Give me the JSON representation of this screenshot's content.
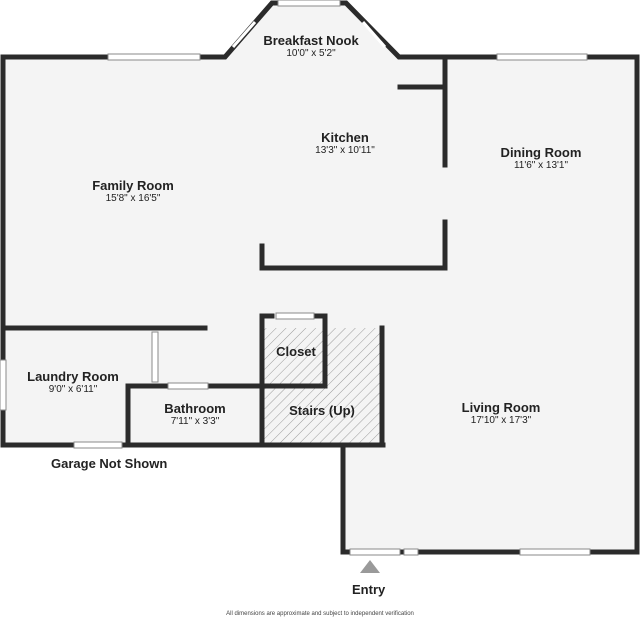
{
  "rooms": [
    {
      "id": "breakfast-nook",
      "name": "Breakfast Nook",
      "dims": "10'0\" x 5'2\""
    },
    {
      "id": "kitchen",
      "name": "Kitchen",
      "dims": "13'3\" x 10'11\""
    },
    {
      "id": "dining-room",
      "name": "Dining Room",
      "dims": "11'6\" x 13'1\""
    },
    {
      "id": "family-room",
      "name": "Family Room",
      "dims": "15'8\" x 16'5\""
    },
    {
      "id": "laundry-room",
      "name": "Laundry Room",
      "dims": "9'0\" x 6'11\""
    },
    {
      "id": "closet",
      "name": "Closet",
      "dims": ""
    },
    {
      "id": "bathroom",
      "name": "Bathroom",
      "dims": "7'11\" x 3'3\""
    },
    {
      "id": "stairs",
      "name": "Stairs (Up)",
      "dims": ""
    },
    {
      "id": "living-room",
      "name": "Living Room",
      "dims": "17'10\" x 17'3\""
    }
  ],
  "notes": {
    "garage": "Garage Not Shown",
    "entry": "Entry",
    "disclaimer": "All dimensions are approximate and subject to independent verification"
  },
  "colors": {
    "wall": "#2b2b2b",
    "floor": "#f4f4f4",
    "window": "#ffffff",
    "entry_arrow": "#9a9a9a"
  }
}
